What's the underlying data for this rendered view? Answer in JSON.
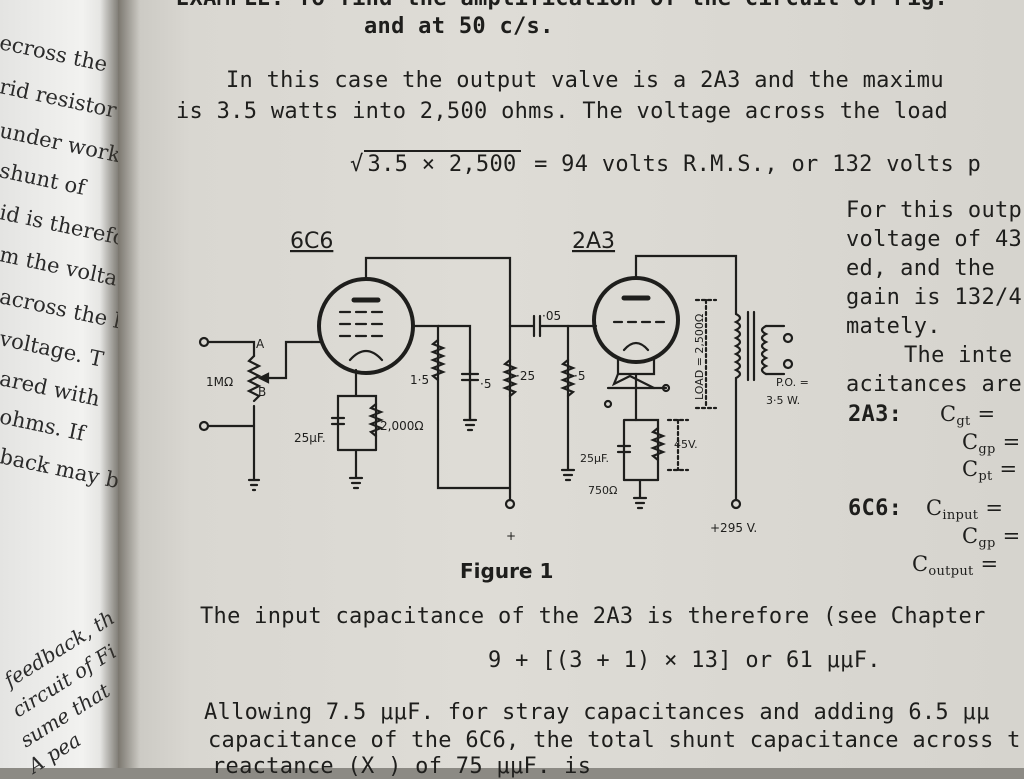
{
  "left_page": {
    "lines": [
      "ecross the",
      "rid resistor",
      "under work",
      "shunt of",
      "id is therefo",
      "m the volta",
      "across the lo",
      "voltage. T",
      "ared with",
      "ohms. If",
      "back may b"
    ],
    "footer_lines": [
      "feedback, th",
      "circuit of Fi",
      "sume that",
      "A pea"
    ]
  },
  "top": {
    "example_fragment": "EXAMPLE.  To find the amplification of the circuit of Fig.",
    "line2": "and at 50 c/s."
  },
  "para1": {
    "line1": "In this case the output valve is a 2A3 and the maximu",
    "line2": "is 3.5 watts into 2,500 ohms.  The voltage across the load"
  },
  "equation": {
    "radical": "3.5 × 2,500",
    "rest": "= 94 volts R.M.S., or 132 volts p"
  },
  "right_column": {
    "lines": [
      "For this outp",
      "voltage of 43",
      "ed,  and  the",
      "gain is 132/4",
      "mately."
    ],
    "inter_line": "The  inte",
    "acit_line": "acitances are",
    "tube_2a3": "2A3:",
    "tube_6c6": "6C6:",
    "caps": [
      {
        "c": "C",
        "s": "gt",
        "v": "="
      },
      {
        "c": "C",
        "s": "gp",
        "v": "="
      },
      {
        "c": "C",
        "s": "pt",
        "v": "="
      },
      {
        "c": "C",
        "s": "input",
        "v": "="
      },
      {
        "c": "C",
        "s": "gp",
        "v": "="
      },
      {
        "c": "C",
        "s": "output",
        "v": "="
      }
    ]
  },
  "figure": {
    "caption": "Figure 1",
    "tube_left": "6C6",
    "tube_right": "2A3",
    "labels": {
      "pot": "1MΩ",
      "a": "A",
      "b": "B",
      "c1": "25μF.",
      "r1": "2,000Ω",
      "r2": "1·5",
      "c2": "·5",
      "r3": "·25",
      "coupling": "·05",
      "r4": "·5",
      "load": "LOAD = 2,500Ω",
      "po": "P.O. =",
      "po_val": "3·5 W.",
      "c3": "25μF.",
      "v45": "45V.",
      "r5": "750Ω",
      "hv": "+295 V.",
      "plus": "+"
    }
  },
  "bottom": {
    "line1": "The input capacitance of the 2A3 is therefore (see Chapter",
    "formula": "9 + [(3 + 1) × 13] or 61 μμF.",
    "line3": "Allowing 7.5 μμF. for stray capacitances and adding 6.5  μμ",
    "line4": "capacitance of the 6C6, the total shunt capacitance across t",
    "line5": "                    reactance (X ) of 75 μμF. is"
  }
}
